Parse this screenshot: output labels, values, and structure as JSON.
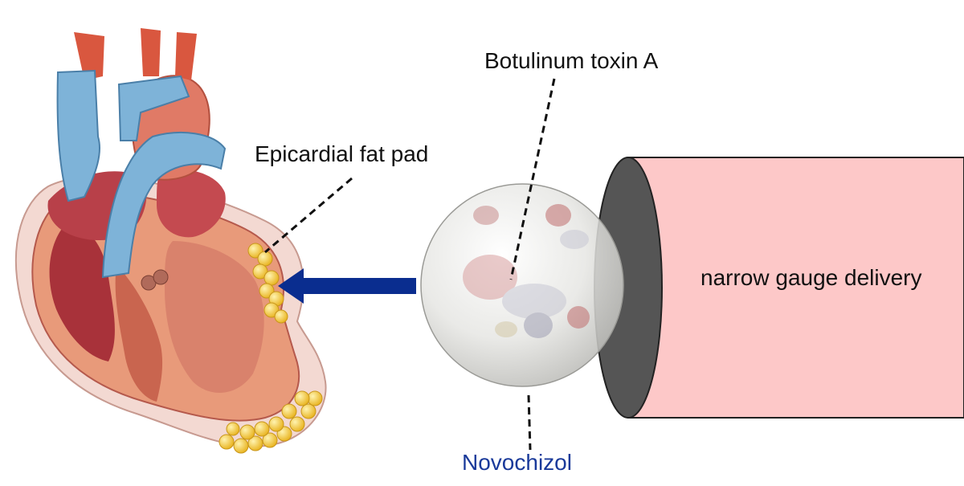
{
  "labels": {
    "epicardial_fat_pad": "Epicardial fat pad",
    "botulinum_toxin": "Botulinum toxin A",
    "delivery": "narrow gauge delivery",
    "novochizol": "Novochizol"
  },
  "colors": {
    "arrow": "#0a2d8f",
    "novochizol_text": "#1a3a9a",
    "tube_fill": "#fdc8c8",
    "tube_opening": "#555555",
    "fat_yellow": "#f5c531",
    "vein_blue": "#7eb3d8",
    "artery_red": "#e07a66",
    "myocardium": "#c55a4c"
  }
}
